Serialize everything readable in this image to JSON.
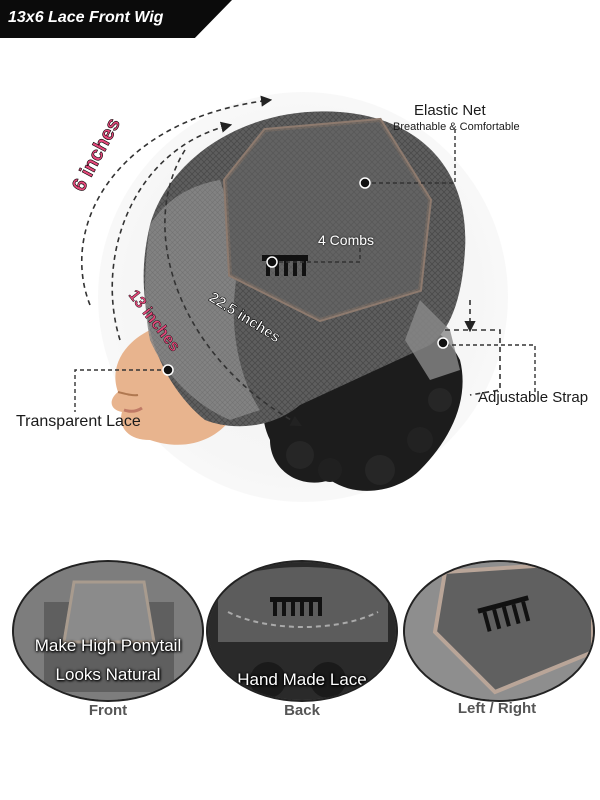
{
  "header": {
    "title": "13x6 Lace Front Wig"
  },
  "main_diagram": {
    "label_elastic_net": "Elastic Net",
    "label_elastic_net_sub": "Breathable & Comfortable",
    "label_combs": "4 Combs",
    "label_adjustable_strap": "Adjustable Strap",
    "label_transparent_lace": "Transparent Lace",
    "measure_6": "6 inches",
    "measure_13": "13 inches",
    "measure_22_5": "22.5 inches"
  },
  "views": [
    {
      "caption": "Front",
      "overlay_line1": "Make High Ponytail",
      "overlay_line2": "Looks Natural"
    },
    {
      "caption": "Back",
      "overlay_line1": "Hand Made Lace",
      "overlay_line2": ""
    },
    {
      "caption": "Left / Right",
      "overlay_line1": "",
      "overlay_line2": ""
    }
  ],
  "colors": {
    "accent_pink": "#e4487a",
    "banner": "#0b0b0b",
    "cap_gray": "#5d5d5d"
  }
}
